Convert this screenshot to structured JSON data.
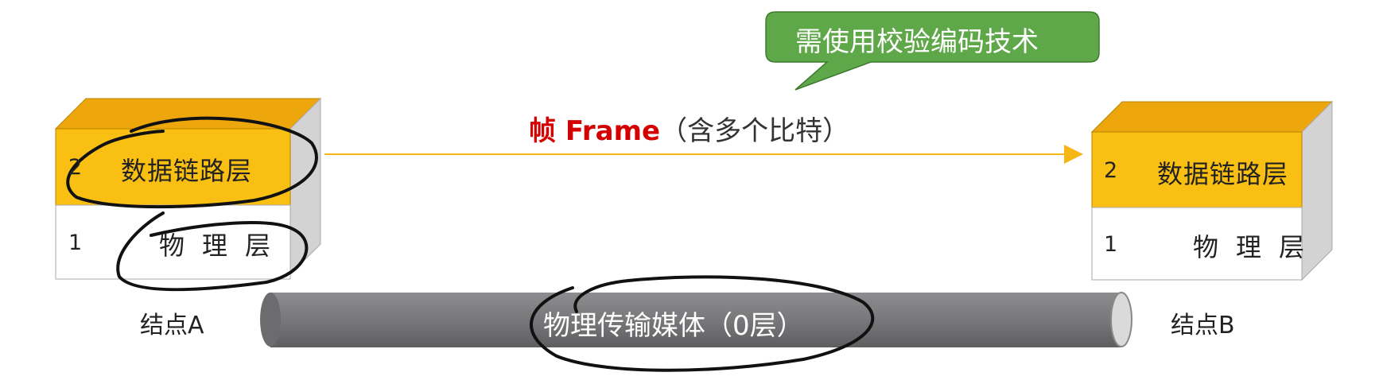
{
  "callout": {
    "text": "需使用校验编码技术"
  },
  "frame": {
    "bold": "帧 Frame",
    "rest": "（含多个比特）"
  },
  "node_a": {
    "layer2_num": "2",
    "layer2_name": "数据链路层",
    "layer1_num": "1",
    "layer1_name": "物理层",
    "label": "结点A"
  },
  "node_b": {
    "layer2_num": "2",
    "layer2_name": "数据链路层",
    "layer1_num": "1",
    "layer1_name": "物理层",
    "label": "结点B"
  },
  "medium": {
    "label": "物理传输媒体（0层）"
  },
  "colors": {
    "data_link_layer": "#f9bf12",
    "physical_layer": "#ffffff",
    "box_side": "#d3d3d3",
    "arrow": "#f6b615",
    "callout_bg": "#5fa849",
    "pipe": "#7b7b7e",
    "frame_text": "#d40000"
  }
}
